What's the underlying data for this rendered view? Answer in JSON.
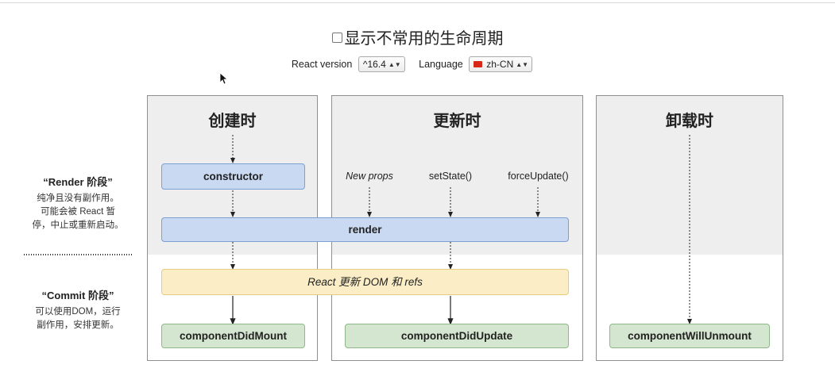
{
  "title": "显示不常用的生命周期",
  "controls": {
    "react_version_label": "React version",
    "react_version_value": "^16.4",
    "language_label": "Language",
    "language_value": "zh-CN"
  },
  "columns": {
    "mount": "创建时",
    "update": "更新时",
    "unmount": "卸载时"
  },
  "phases": {
    "render_title": "“Render 阶段”",
    "render_desc_1": "纯净且没有副作用。",
    "render_desc_2": "可能会被 React 暂",
    "render_desc_3": "停，中止或重新启动。",
    "commit_title": "“Commit 阶段”",
    "commit_desc_1": "可以使用DOM，运行",
    "commit_desc_2": "副作用，安排更新。"
  },
  "nodes": {
    "constructor": "constructor",
    "render": "render",
    "react_updates_dom": "React 更新 DOM 和 refs",
    "component_did_mount": "componentDidMount",
    "component_did_update": "componentDidUpdate",
    "component_will_unmount": "componentWillUnmount"
  },
  "triggers": {
    "new_props": "New props",
    "set_state": "setState()",
    "force_update": "forceUpdate()"
  },
  "colors": {
    "render_phase_bg": "#eeeeee",
    "blue_box": "#c9d9f2",
    "yellow_box": "#fbeec6",
    "green_box": "#d4e5d0"
  }
}
